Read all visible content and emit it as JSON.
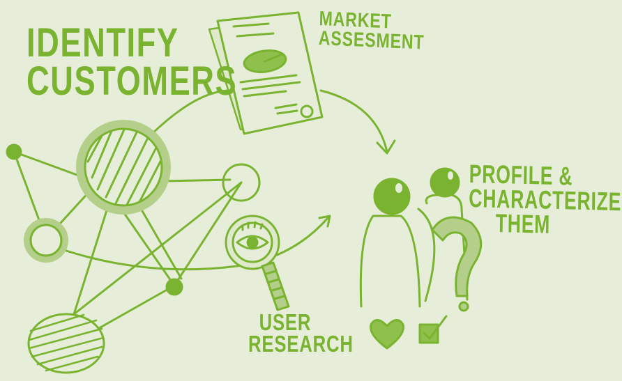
{
  "labels": {
    "identify_line1": "IDENTIFY",
    "identify_line2": "CUSTOMERS",
    "market_line1": "MARKET",
    "market_line2": "ASSESMENT",
    "profile_line1": "PROFILE &",
    "profile_line2": "CHARACTERIZE",
    "profile_line3": "THEM",
    "user_line1": "USER",
    "user_line2": "RESEARCH"
  },
  "colors": {
    "background": "#e6edd8",
    "ink": "#7ab330",
    "halo": "#b4cf8a",
    "fill": "#8fc04c"
  },
  "icons": {
    "document": "document-with-pie-chart-icon",
    "magnifier": "magnifying-glass-eye-icon",
    "people": "two-people-icon",
    "question": "question-mark-icon",
    "heart": "heart-icon",
    "checkbox": "checkbox-icon"
  }
}
